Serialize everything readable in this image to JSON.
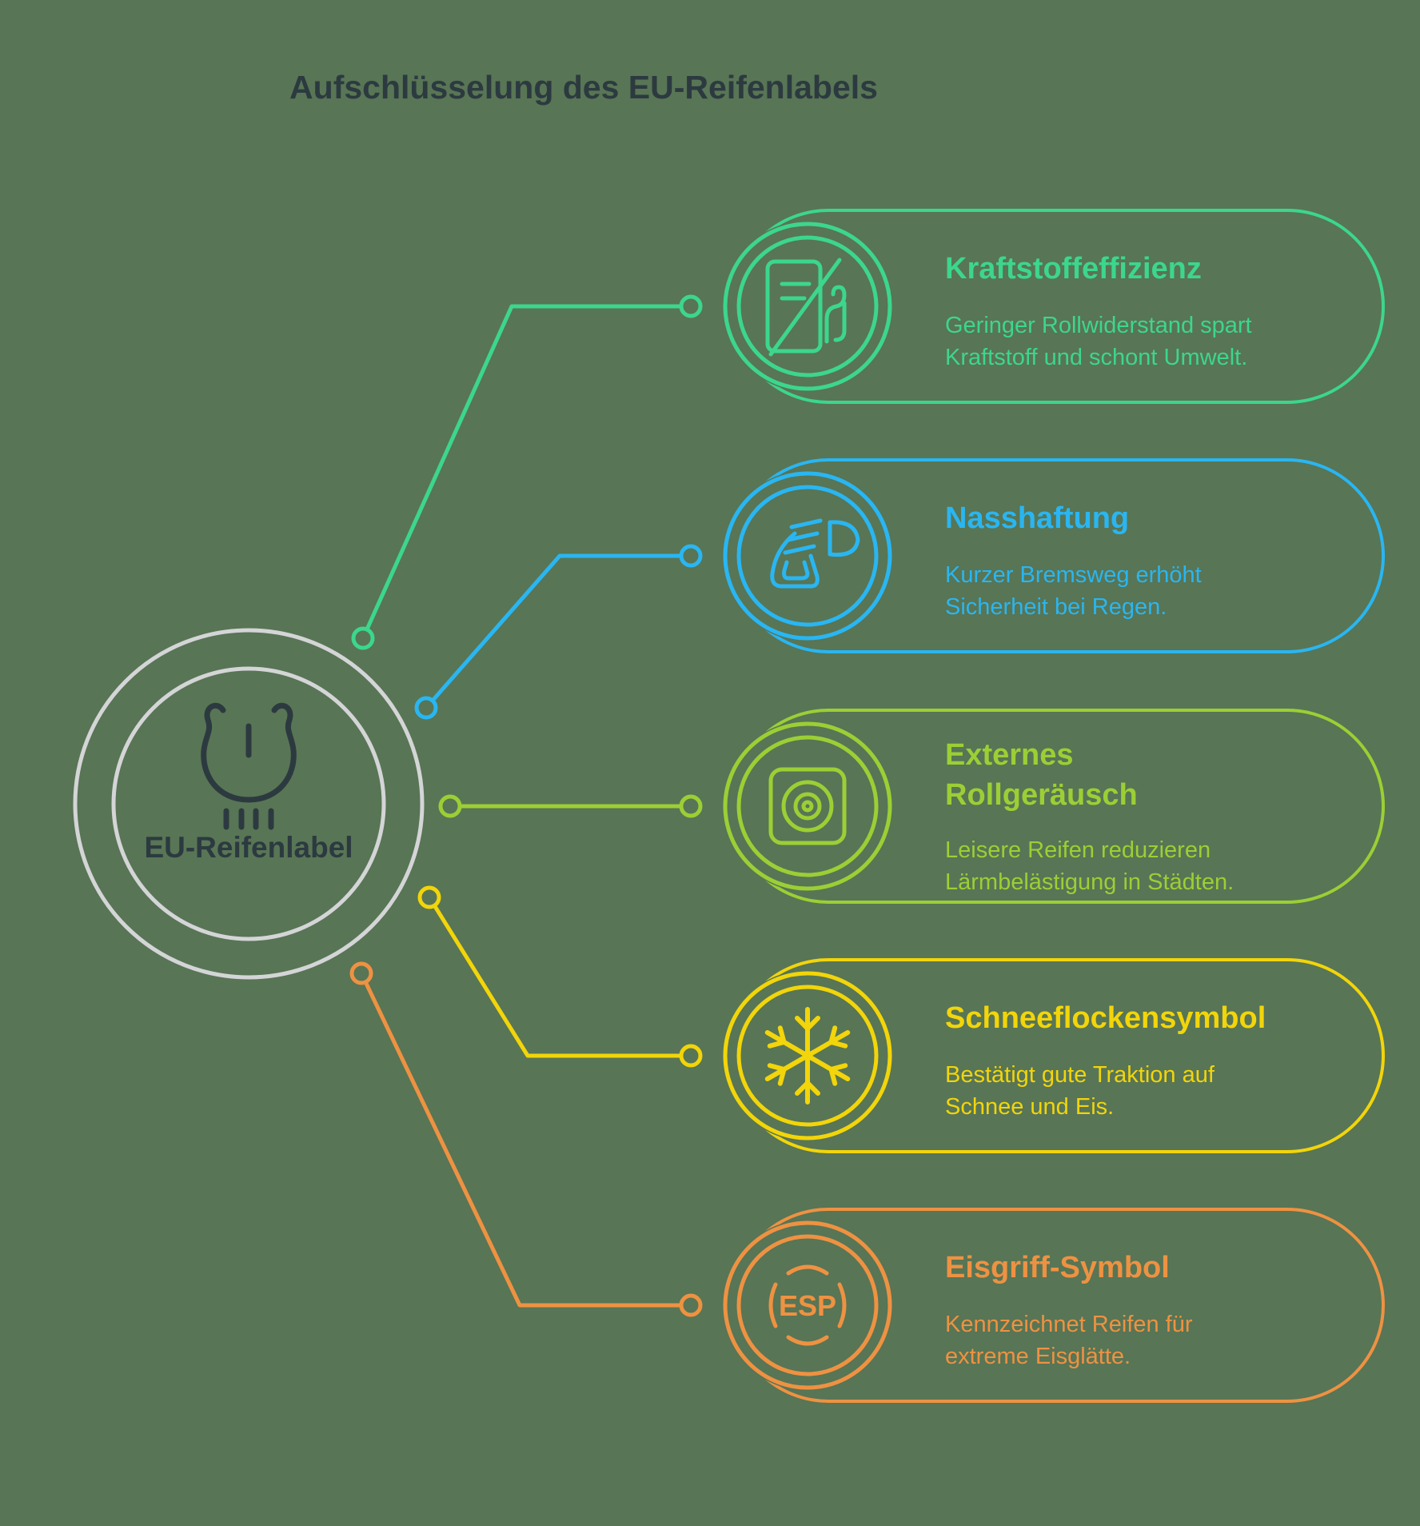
{
  "title": "Aufschlüsselung des EU-Reifenlabels",
  "colors": {
    "background": "#587555",
    "ring_gray": "#d4d5d7",
    "text_dark": "#2c3a40",
    "item_green": "#3cd68d",
    "item_blue": "#29b6f2",
    "item_lime": "#9bcf35",
    "item_yellow": "#f2d50a",
    "item_orange": "#ee9242"
  },
  "hub": {
    "label": "EU-Reifenlabel",
    "icon": "tire-pressure-warning-icon"
  },
  "items": [
    {
      "title": "Kraftstoffeffizienz",
      "title2": "",
      "desc1": "Geringer Rollwiderstand spart",
      "desc2": "Kraftstoff und schont Umwelt.",
      "color": "#3cd68d",
      "icon": "fuel-pump-crossed-icon"
    },
    {
      "title": "Nasshaftung",
      "title2": "",
      "desc1": "Kurzer Bremsweg erhöht",
      "desc2": "Sicherheit bei Regen.",
      "color": "#29b6f2",
      "icon": "headlight-beam-icon"
    },
    {
      "title": "Externes",
      "title2": "Rollgeräusch",
      "desc1": "Leisere Reifen reduzieren",
      "desc2": "Lärmbelästigung in Städten.",
      "color": "#9bcf35",
      "icon": "speaker-icon"
    },
    {
      "title": "Schneeflockensymbol",
      "title2": "",
      "desc1": "Bestätigt gute Traktion auf",
      "desc2": "Schnee und Eis.",
      "color": "#f2d50a",
      "icon": "snowflake-icon"
    },
    {
      "title": "Eisgriff-Symbol",
      "title2": "",
      "desc1": "Kennzeichnet Reifen für",
      "desc2": "extreme Eisglätte.",
      "color": "#ee9242",
      "icon": "esp-icon",
      "icon_text": "ESP"
    }
  ]
}
